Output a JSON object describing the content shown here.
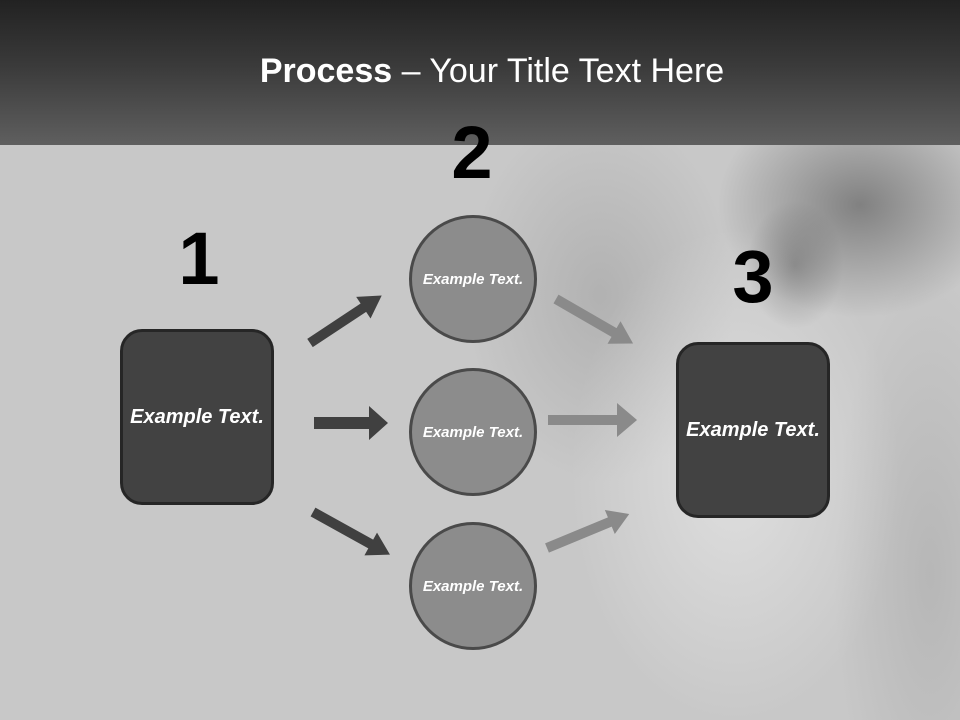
{
  "header": {
    "title_bold": "Process",
    "title_rest": " – Your Title Text Here"
  },
  "steps": [
    {
      "number": "1",
      "label": "Example Text."
    },
    {
      "number": "2",
      "circles": [
        "Example Text.",
        "Example Text.",
        "Example Text."
      ]
    },
    {
      "number": "3",
      "label": "Example Text."
    }
  ],
  "colors": {
    "dark_arrow": "#404040",
    "light_arrow": "#8a8a8a",
    "box_fill": "#424242",
    "circle_fill": "#8c8c8c"
  }
}
